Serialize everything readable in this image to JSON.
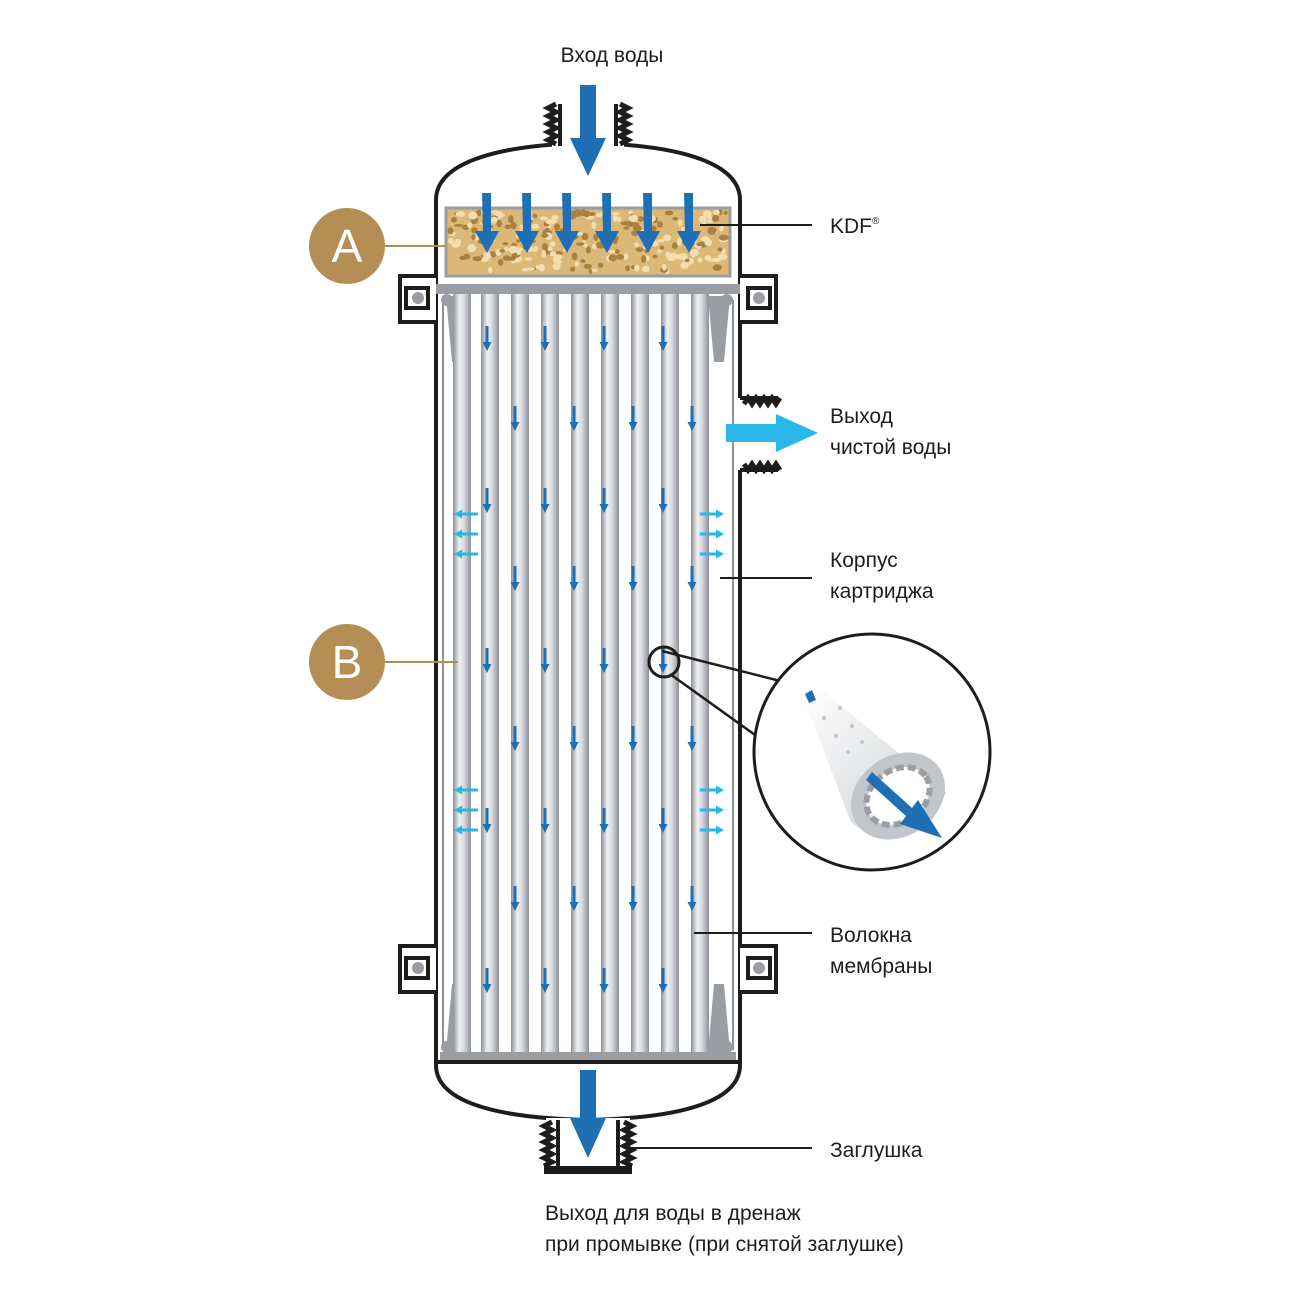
{
  "labels": {
    "inlet": "Вход воды",
    "kdf": "KDF",
    "kdf_mark": "®",
    "outlet_clean_1": "Выход",
    "outlet_clean_2": "чистой воды",
    "housing_1": "Корпус",
    "housing_2": "картриджа",
    "fibers_1": "Волокна",
    "fibers_2": "мембраны",
    "plug": "Заглушка",
    "drain_1": "Выход для воды в дренаж",
    "drain_2": "при промывке (при снятой заглушке)"
  },
  "badges": {
    "a": "A",
    "b": "B"
  },
  "colors": {
    "outline": "#1d1d1b",
    "badge": "#b58e55",
    "kdf_fill": "#dcb878",
    "kdf_grain": "#a8803f",
    "flow_dark": "#1f6fb5",
    "flow_light": "#29b6e8",
    "fiber": "#c9ccd0",
    "fiber_dark": "#8c9096",
    "plate": "#9a9ea3"
  },
  "icons": {
    "inlet_arrow": "arrow-down-icon",
    "outlet_arrow": "arrow-right-icon",
    "drain_arrow": "arrow-down-icon"
  }
}
